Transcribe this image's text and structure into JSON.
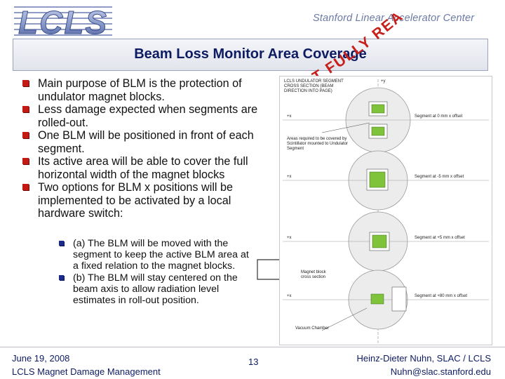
{
  "header": {
    "logo_text": "LCLS",
    "lab_name": "Stanford Linear Accelerator Center",
    "title": "Beam Loss Monitor Area Coverage"
  },
  "watermark": {
    "text": "NOT FULLY REALIZED",
    "color": "#c7201a"
  },
  "bullets": [
    {
      "text": "Main purpose of BLM is the protection of undulator magnet blocks."
    },
    {
      "text": "Less damage expected when segments are rolled-out."
    },
    {
      "text": "One BLM will be positioned in front of each segment."
    },
    {
      "text": "Its active area will be able to cover the full horizontal width of the magnet blocks"
    },
    {
      "text": "Two options for BLM x positions will be implemented to be activated by a local hardware switch:"
    }
  ],
  "sub_bullets": [
    {
      "text": "(a) The BLM will be moved with the segment to keep the active BLM area at a fixed relation to the magnet blocks."
    },
    {
      "text": "(b) The BLM will stay centered on the beam axis to allow radiation level estimates in roll-out position."
    }
  ],
  "diagram": {
    "header_label": "LCLS UNDULATOR SEGMENT CROSS SECTION (BEAM DIRECTION INTO PAGE)",
    "y_axis_label": "+y",
    "x_axis_label": "+x",
    "area_note": "Areas required to be covered by Scintillator mounted to Undulator Segment",
    "offsets": [
      "Segment at 0 mm x offset",
      "Segment at -5 mm x offset",
      "Segment at +5 mm x offset",
      "Segment at +80 mm x offset"
    ],
    "magnet_label": "Magnet block cross section",
    "chamber_label": "Vacuum Chamber"
  },
  "footer": {
    "date": "June 19, 2008",
    "event": "LCLS Magnet Damage Management",
    "page": "13",
    "author": "Heinz-Dieter Nuhn, SLAC / LCLS",
    "email": "Nuhn@slac.stanford.edu"
  },
  "colors": {
    "title": "#0d1b63",
    "bullet_marker": "#c41a14",
    "sub_bullet_marker": "#1a2b8c",
    "accent_green": "#7fc33a"
  }
}
